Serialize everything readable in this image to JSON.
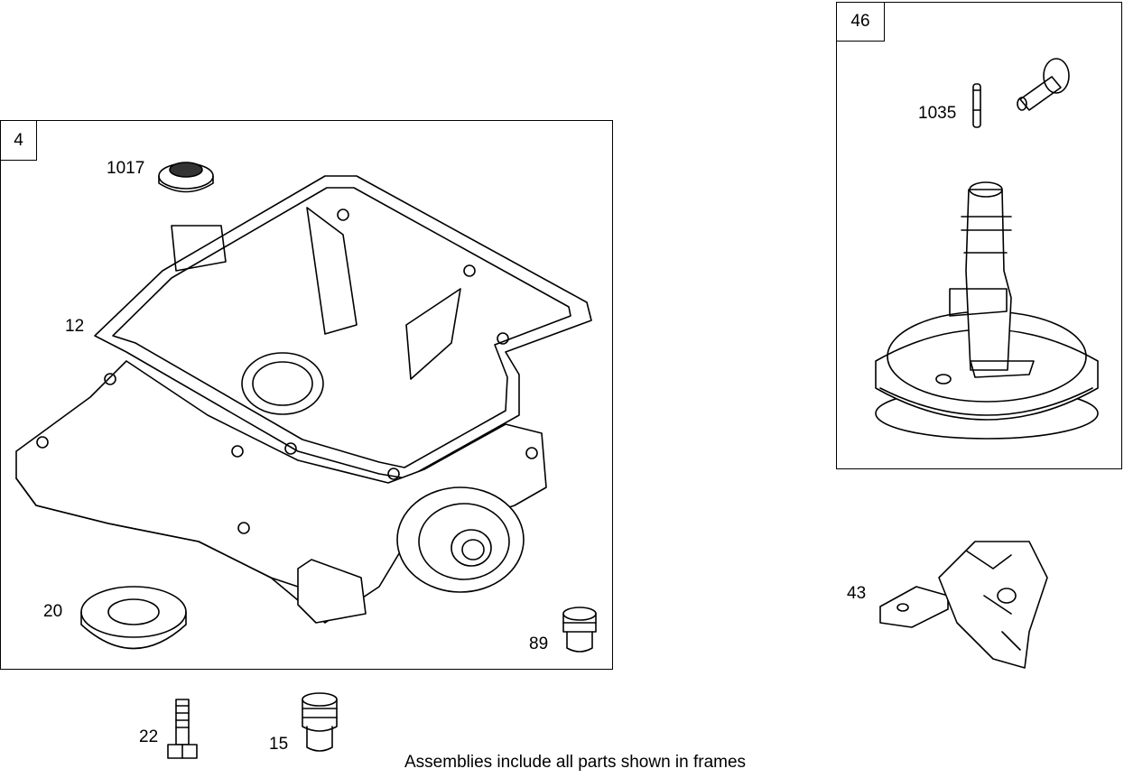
{
  "frames": [
    {
      "id": "sump-assembly",
      "tag": "4"
    },
    {
      "id": "camshaft-assembly",
      "tag": "46"
    }
  ],
  "callouts": {
    "p1017": "1017",
    "p12": "12",
    "p20": "20",
    "p89": "89",
    "p1035": "1035",
    "p43": "43",
    "p22": "22",
    "p15": "15"
  },
  "caption": "Assemblies include all parts shown in frames"
}
